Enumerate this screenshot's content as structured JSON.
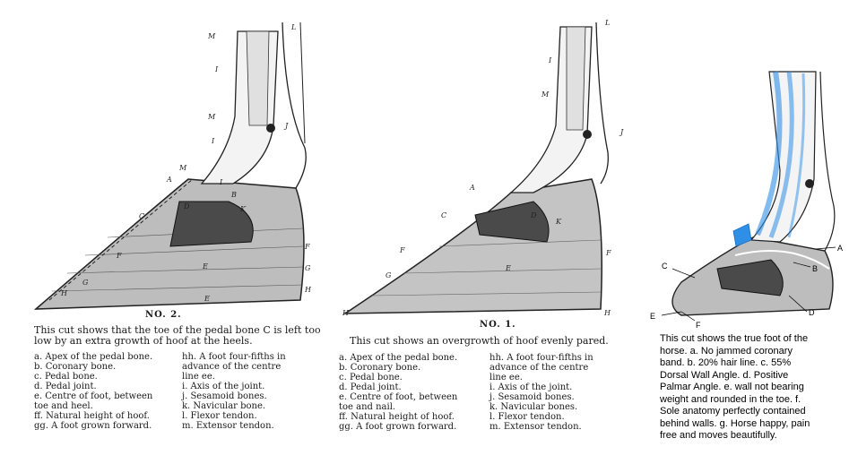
{
  "figure_2": {
    "number": "NO. 2.",
    "caption": "This cut shows that the toe of  the pedal bone C is left too low by an extra growth of hoof at the heels.",
    "labels": [
      "M",
      "L",
      "I",
      "M",
      "J",
      "I",
      "M",
      "A",
      "D",
      "I",
      "B",
      "K",
      "C",
      "F",
      "E",
      "E",
      "F",
      "G",
      "H",
      "H",
      "G"
    ],
    "legend_left": [
      "a.  Apex of the pedal bone.",
      "b.  Coronary bone.",
      "c.  Pedal bone.",
      "d.  Pedal joint.",
      "e.  Centre of foot, between",
      "      toe and heel.",
      "ff.  Natural height of hoof.",
      "gg.  A foot grown forward."
    ],
    "legend_right": [
      "hh.  A  foot  four-fifths  in",
      "      advance  of  the centre",
      "      line ee.",
      "i.  Axis of the joint.",
      "j.  Sesamoid bones.",
      "k.  Navicular bone.",
      "l.  Flexor tendon.",
      "m.  Extensor tendon."
    ]
  },
  "figure_1": {
    "number": "NO. 1.",
    "caption": "This cut shows an overgrowth of hoof evenly pared.",
    "labels": [
      "L",
      "I",
      "M",
      "J",
      "A",
      "C",
      "D",
      "K",
      "F",
      "E",
      "F",
      "G",
      "H",
      "H"
    ],
    "legend_left": [
      "a.  Apex of the pedal bone.",
      "b.  Coronary bone.",
      "c.  Pedal bone.",
      "d.  Pedal joint.",
      "e.  Centre of foot, between",
      "      toe and nail.",
      "ff.  Natural height of hoof.",
      "gg.  A foot grown forward."
    ],
    "legend_right": [
      "hh.  A  foot  four-fifths  in",
      "      advance  of  the centre",
      "      line ee.",
      "i.  Axis of the joint.",
      "j.  Sesamoid bones.",
      "k.  Navicular bones.",
      "l.  Flexor tendon.",
      "m.  Extensor tendon."
    ]
  },
  "figure_3": {
    "labels": [
      "A",
      "B",
      "C",
      "D",
      "E",
      "F"
    ],
    "caption_lines": [
      "This cut shows the true foot of the",
      "horse. a. No jammed coronary",
      "band. b. 20% hair line. c. 55%",
      "Dorsal Wall Angle. d. Positive",
      "Palmar Angle. e. wall not bearing",
      "weight and rounded in the toe. f.",
      "Sole anatomy perfectly contained",
      "behind walls. g. Horse happy, pain",
      "free and moves beautifully."
    ],
    "accent_color": "#2f8ee6"
  }
}
